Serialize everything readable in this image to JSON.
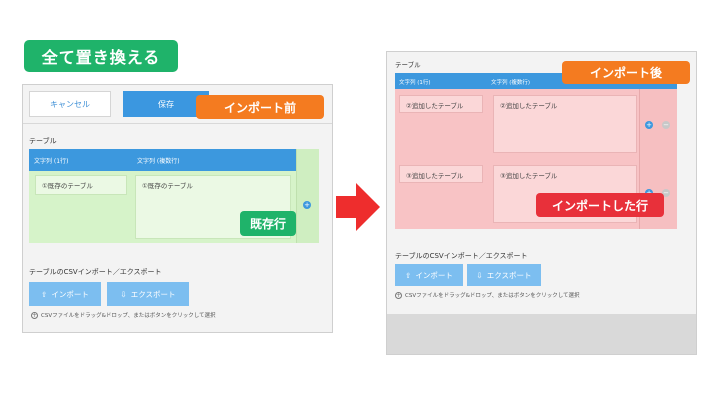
{
  "heading": "全て置き換える",
  "left": {
    "cancel_label": "キャンセル",
    "save_label": "保存",
    "tag_before": "インポート前",
    "table_label": "テーブル",
    "col1": "文字列 (1行)",
    "col2": "文字列 (複数行)",
    "cell1": "①既存のテーブル",
    "cell2": "①既存のテーブル",
    "tag_existing": "既存行",
    "csv_label": "テーブルのCSVインポート／エクスポート",
    "import_label": "インポート",
    "export_label": "エクスポート",
    "note": "CSVファイルをドラッグ&ドロップ、またはボタンをクリックして選択"
  },
  "right": {
    "table_label": "テーブル",
    "col1": "文字列 (1行)",
    "col2": "文字列 (複数行)",
    "tag_after": "インポート後",
    "row1_cell1": "②追加したテーブル",
    "row1_cell2": "②追加したテーブル",
    "row2_cell1": "③追加したテーブル",
    "row2_cell2": "③追加したテーブル",
    "tag_imported": "インポートした行",
    "csv_label": "テーブルのCSVインポート／エクスポート",
    "import_label": "インポート",
    "export_label": "エクスポート",
    "note": "CSVファイルをドラッグ&ドロップ、またはボタンをクリックして選択"
  },
  "colors": {
    "green": "#1fb36a",
    "orange": "#f47b20",
    "red": "#e8303a",
    "blue": "#3c98de"
  },
  "icons": [
    "upload-icon",
    "download-icon",
    "plus-circle-icon",
    "minus-circle-icon",
    "arrow-right-icon"
  ]
}
